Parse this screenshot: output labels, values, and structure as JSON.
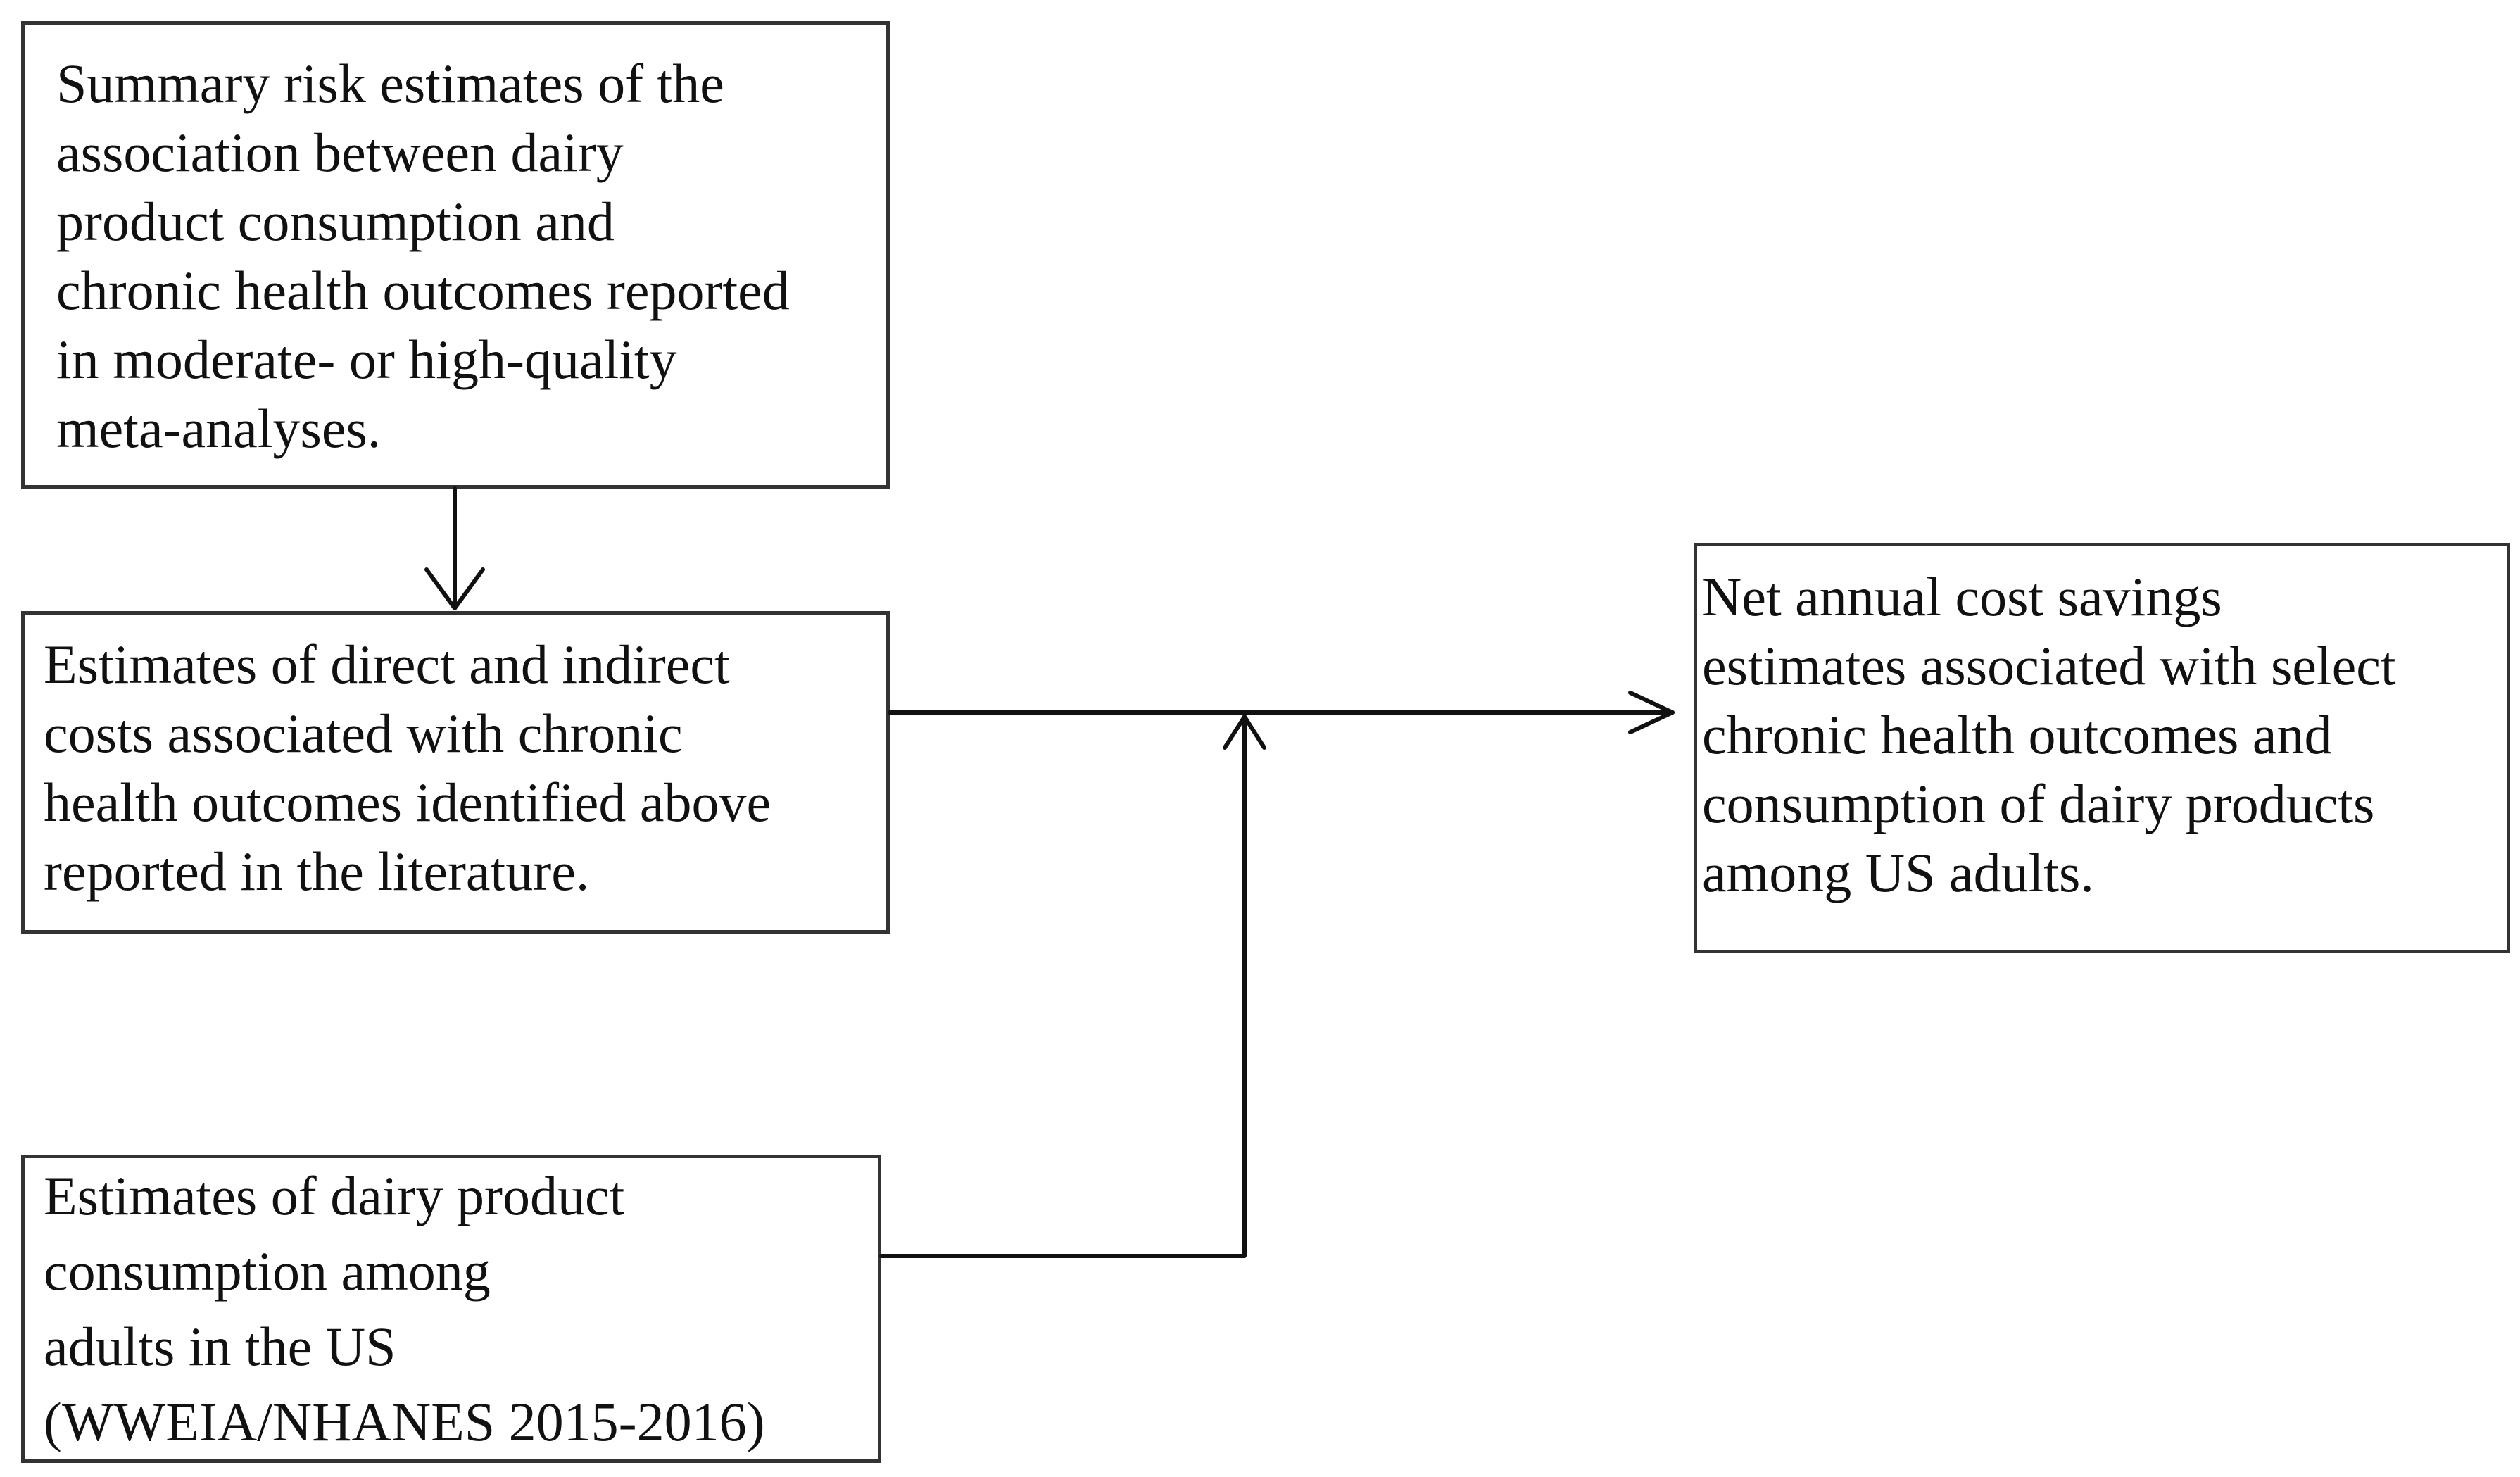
{
  "boxes": {
    "meta_analyses": {
      "lines": [
        "Summary risk estimates of the",
        "association between dairy",
        "product consumption and",
        "chronic health outcomes reported",
        "in moderate- or high-quality",
        "meta-analyses."
      ]
    },
    "costs": {
      "lines": [
        "Estimates of direct and indirect",
        "costs associated with chronic",
        "health outcomes identified above",
        "reported in the literature."
      ]
    },
    "consumption": {
      "lines": [
        "Estimates of dairy product",
        "consumption among",
        "adults in the US",
        "(WWEIA/NHANES 2015-2016)"
      ]
    },
    "savings": {
      "lines": [
        "Net annual cost savings",
        "estimates associated with select",
        "chronic health outcomes and",
        "consumption of dairy products",
        "among US adults."
      ]
    }
  },
  "colors": {
    "border": "#333333",
    "line": "#111111",
    "text": "#111111"
  }
}
